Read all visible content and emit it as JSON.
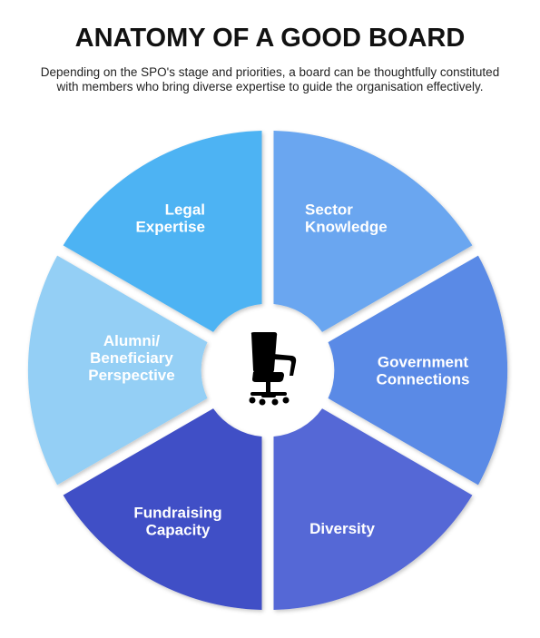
{
  "header": {
    "title": "ANATOMY OF A GOOD BOARD",
    "subtitle": "Depending on the SPO's stage and priorities, a board can be thoughtfully constituted with members who bring diverse expertise to guide the organisation effectively."
  },
  "center": {
    "icon": "office-chair-icon"
  },
  "segments": [
    {
      "id": "legal",
      "lines": [
        "Legal",
        "Expertise"
      ],
      "color": "#4db3f3"
    },
    {
      "id": "sector",
      "lines": [
        "Sector",
        "Knowledge"
      ],
      "color": "#6aa6f0"
    },
    {
      "id": "government",
      "lines": [
        "Government",
        "Connections"
      ],
      "color": "#5a8ae6"
    },
    {
      "id": "diversity",
      "lines": [
        "Diversity"
      ],
      "color": "#5468d6"
    },
    {
      "id": "fundraising",
      "lines": [
        "Fundraising",
        "Capacity"
      ],
      "color": "#3f4fc6"
    },
    {
      "id": "alumni",
      "lines": [
        "Alumni/",
        "Beneficiary",
        "Perspective"
      ],
      "color": "#94cff5"
    }
  ]
}
